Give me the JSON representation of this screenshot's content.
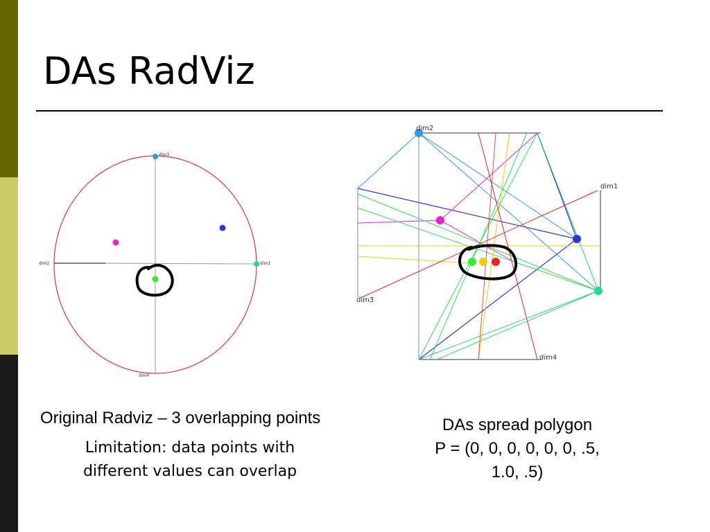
{
  "slide": {
    "title": "DAs RadViz",
    "sidebar_colors": {
      "top": "#666600",
      "middle": "#CCCC66",
      "bottom": "#1A1A1A"
    }
  },
  "left_diagram": {
    "labels": {
      "dim1": "dim1",
      "dim2": "dim2",
      "dim3": "dim3",
      "dim4": "dim4"
    },
    "caption": "Original Radviz – 3 overlapping points",
    "limitation_line1": "Limitation: data points with",
    "limitation_line2": "different values can overlap"
  },
  "right_diagram": {
    "labels": {
      "dim1": "dim1",
      "dim2": "dim2",
      "dim3": "dim3",
      "dim4": "dim4"
    },
    "caption_line1": "DAs spread polygon",
    "caption_line2": "P = (0, 0, 0, 0, 0, 0, .5,",
    "caption_line3": "1.0, .5)"
  },
  "colors": {
    "circle": "#E83030",
    "axis": "#999999",
    "cyan": "#3399E6",
    "blue": "#3333DD",
    "magenta": "#EE22CC",
    "green": "#33EE33",
    "teal": "#22DD88",
    "red": "#EE2222",
    "yellow": "#EECC11"
  }
}
